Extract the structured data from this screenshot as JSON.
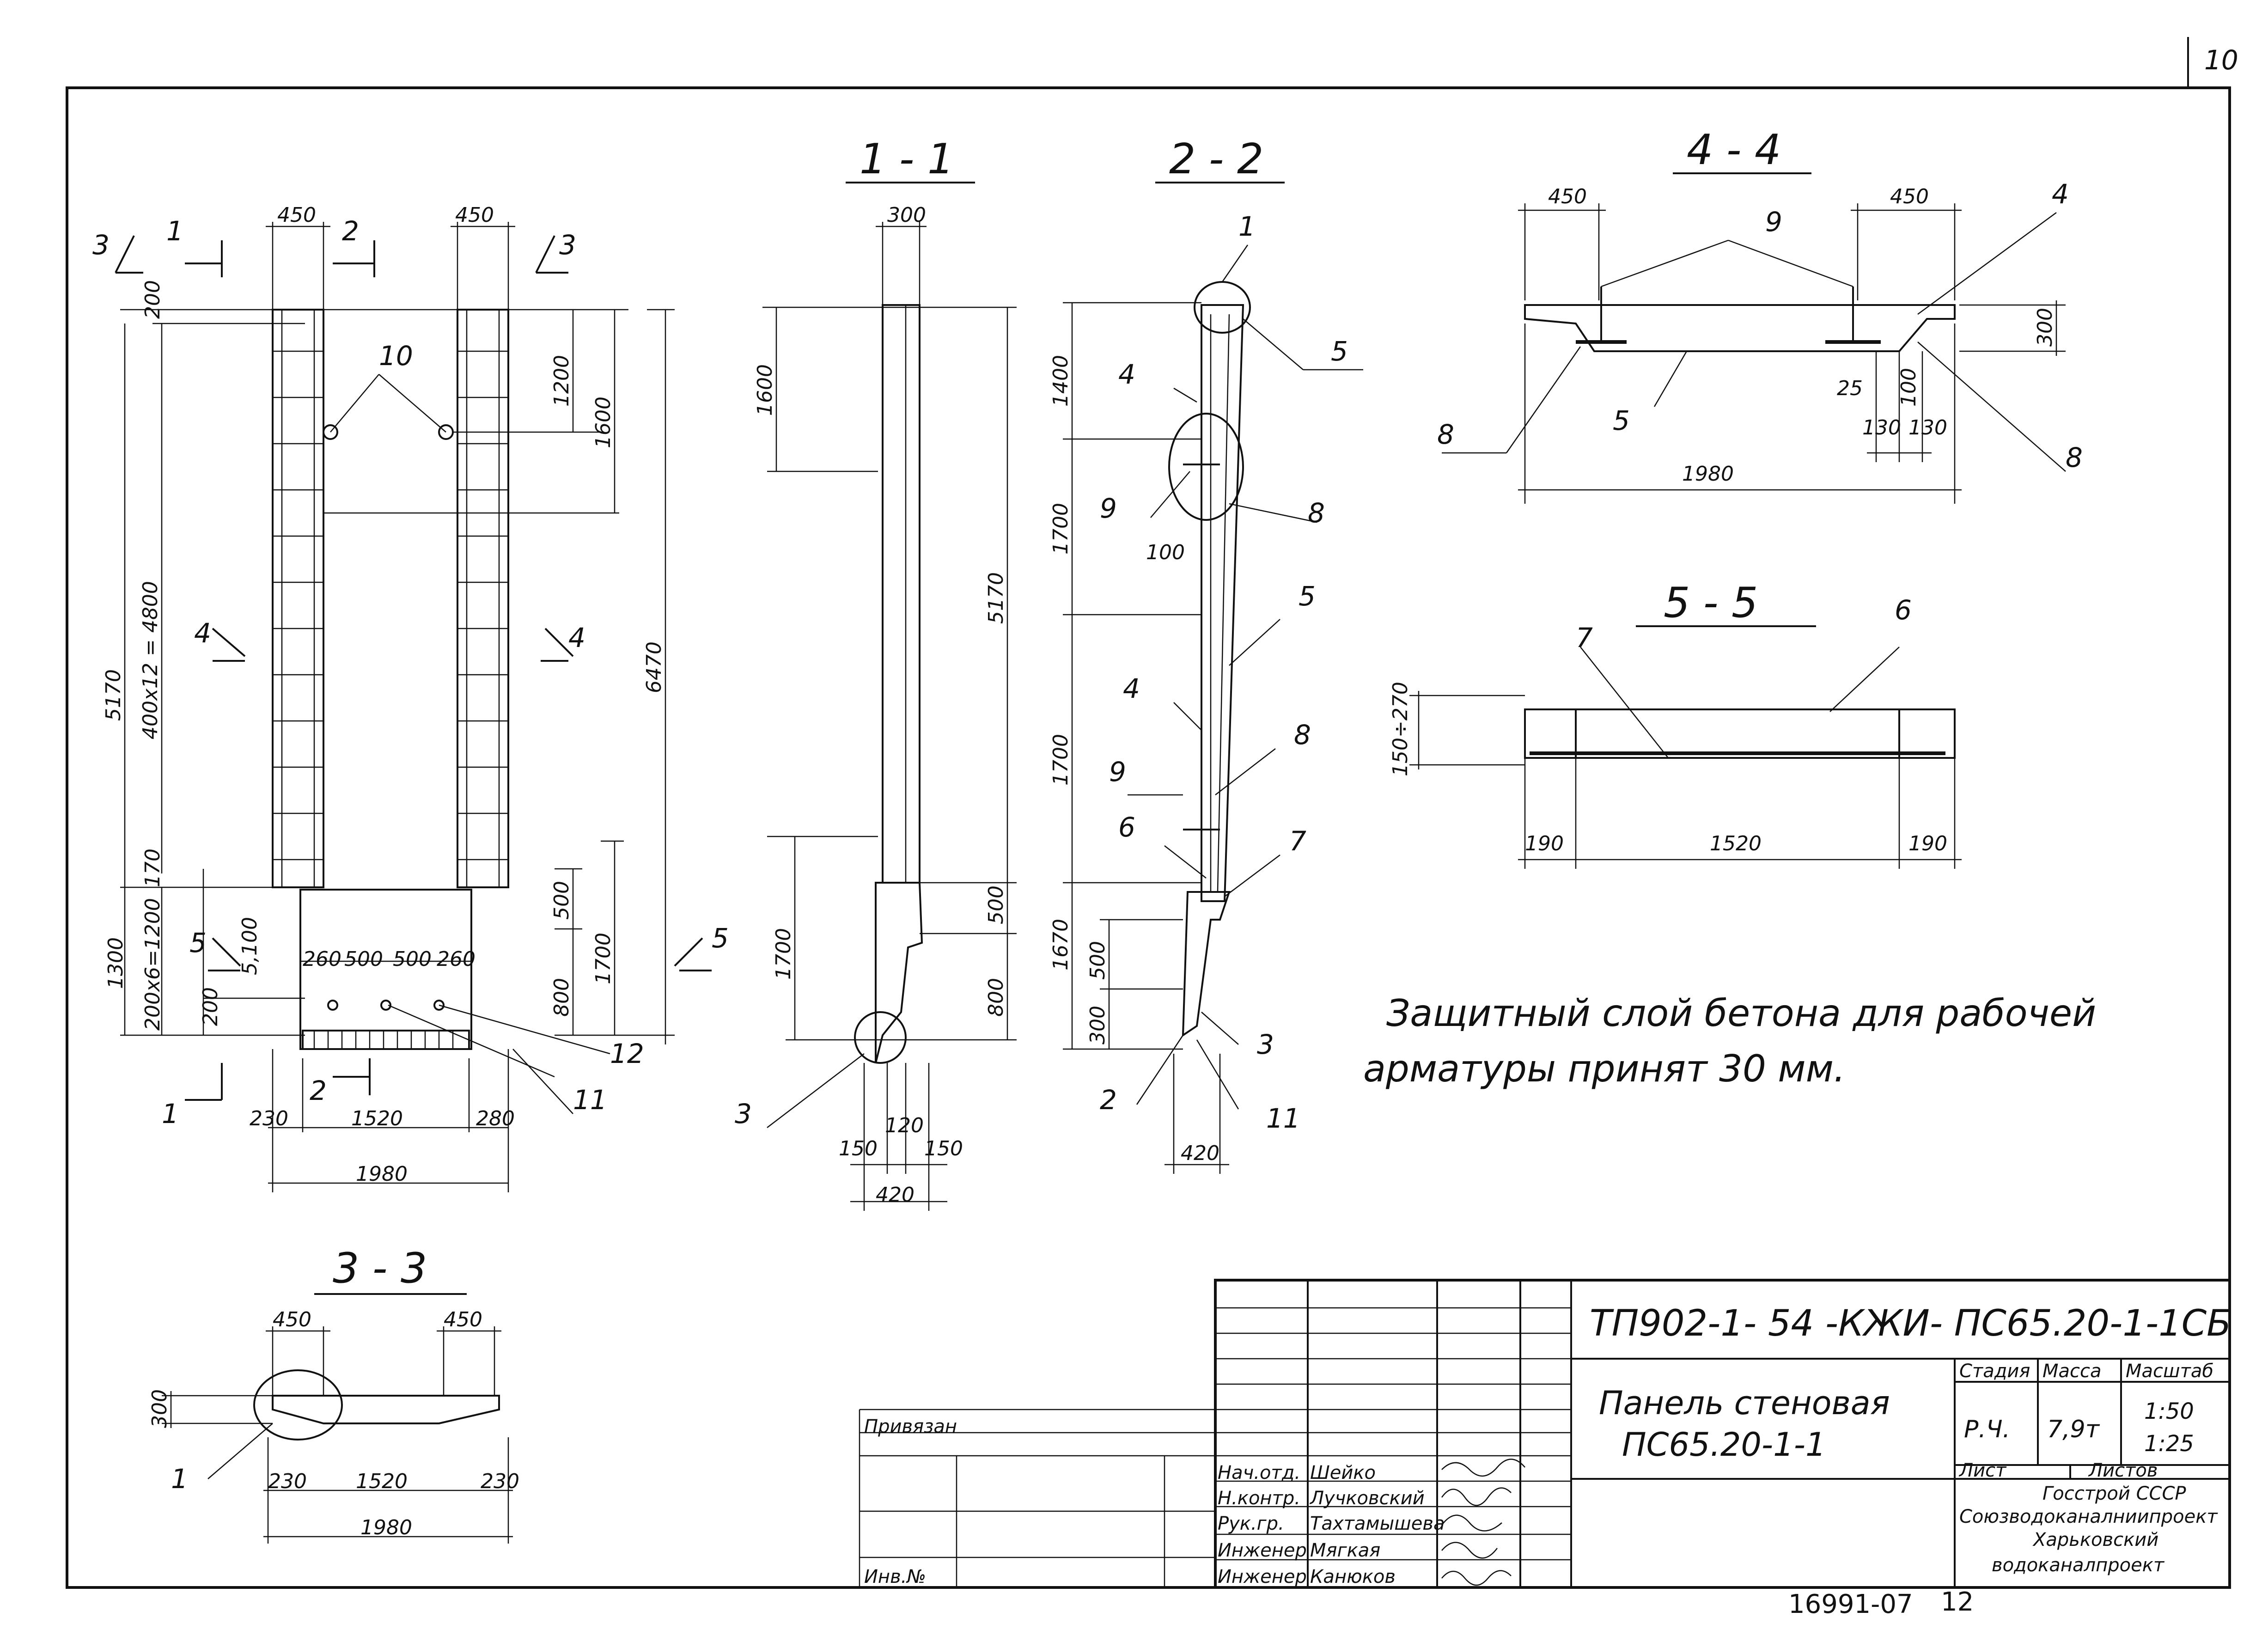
{
  "page_number": "10",
  "sections": {
    "s11": "1 - 1",
    "s22": "2 - 2",
    "s33": "3 - 3",
    "s44": "4 - 4",
    "s55": "5 - 5"
  },
  "elevation": {
    "d450a": "450",
    "d450b": "450",
    "d200": "200",
    "d1200": "1200",
    "d1600": "1600",
    "d6470": "6470",
    "d5170": "5170",
    "d4800": "400x12 = 4800",
    "d170": "170",
    "d1300": "1300",
    "d1200b": "200x6=1200",
    "d200b": "200",
    "d5100": "5,100",
    "d500": "500",
    "d1700": "1700",
    "d800": "800",
    "d260a": "260",
    "d500a": "500",
    "d500b": "500",
    "d260b": "260",
    "d230": "230",
    "d1520": "1520",
    "d280": "280",
    "d1980": "1980",
    "m1": "1",
    "m2": "2",
    "m3": "3",
    "m4": "4",
    "m5": "5",
    "p10": "10",
    "p11": "11",
    "p12": "12"
  },
  "section11": {
    "d300": "300",
    "d1600": "1600",
    "d5170": "5170",
    "d500": "500",
    "d800": "800",
    "d1700": "1700",
    "d150a": "150",
    "d120": "120",
    "d150b": "150",
    "d420": "420",
    "p3": "3"
  },
  "section22": {
    "d1400": "1400",
    "d1700a": "1700",
    "d100": "100",
    "d1700b": "1700",
    "d1670": "1670",
    "d500": "500",
    "d300": "300",
    "d420": "420",
    "p1": "1",
    "p5a": "5",
    "p4a": "4",
    "p9a": "9",
    "p8a": "8",
    "p5b": "5",
    "p4b": "4",
    "p8b": "8",
    "p9b": "9",
    "p6": "6",
    "p7": "7",
    "p3": "3",
    "p2": "2",
    "p11": "11"
  },
  "section33": {
    "d450a": "450",
    "d450b": "450",
    "d300": "300",
    "d230a": "230",
    "d1520": "1520",
    "d230b": "230",
    "d1980": "1980",
    "p1": "1"
  },
  "section44": {
    "d450a": "450",
    "d450b": "450",
    "d300": "300",
    "d25": "25",
    "d100": "100",
    "d130a": "130",
    "d130b": "130",
    "d1980": "1980",
    "p9": "9",
    "p4": "4",
    "p8a": "8",
    "p5": "5",
    "p8b": "8"
  },
  "section55": {
    "d150": "150÷270",
    "d190a": "190",
    "d1520": "1520",
    "d190b": "190",
    "p7": "7",
    "p6": "6"
  },
  "note": {
    "line1": "Защитный   слой   бетона   для   рабочей",
    "line2": "арматуры     принят    30 мм."
  },
  "titleblock": {
    "code": "ТП902-1- 54  -КЖИ- ПС65.20-1-1СБ",
    "name1": "Панель   стеновая",
    "name2": "ПС65.20-1-1",
    "stage_h": "Стадия",
    "mass_h": "Масса",
    "scale_h": "Масштаб",
    "stage": "Р.Ч.",
    "mass": "7,9т",
    "scale1": "1:50",
    "scale2": "1:25",
    "sheet_h": "Лист",
    "sheets_h": "Листов",
    "org1": "Госстрой СССР",
    "org2": "Союзводоканалниипроект",
    "org3": "Харьковский",
    "org4": "водоканалпроект",
    "bound": "Привязан",
    "inv": "Инв.№",
    "roles": [
      "Нач.отд.",
      "Н.контр.",
      "Рук.гр.",
      "Инженер",
      "Инженер"
    ],
    "names": [
      "Шейко",
      "Лучковский",
      "Тахтамышева",
      "Мягкая",
      "Канюков"
    ],
    "archive": "16991-07",
    "sheet_no": "12"
  }
}
